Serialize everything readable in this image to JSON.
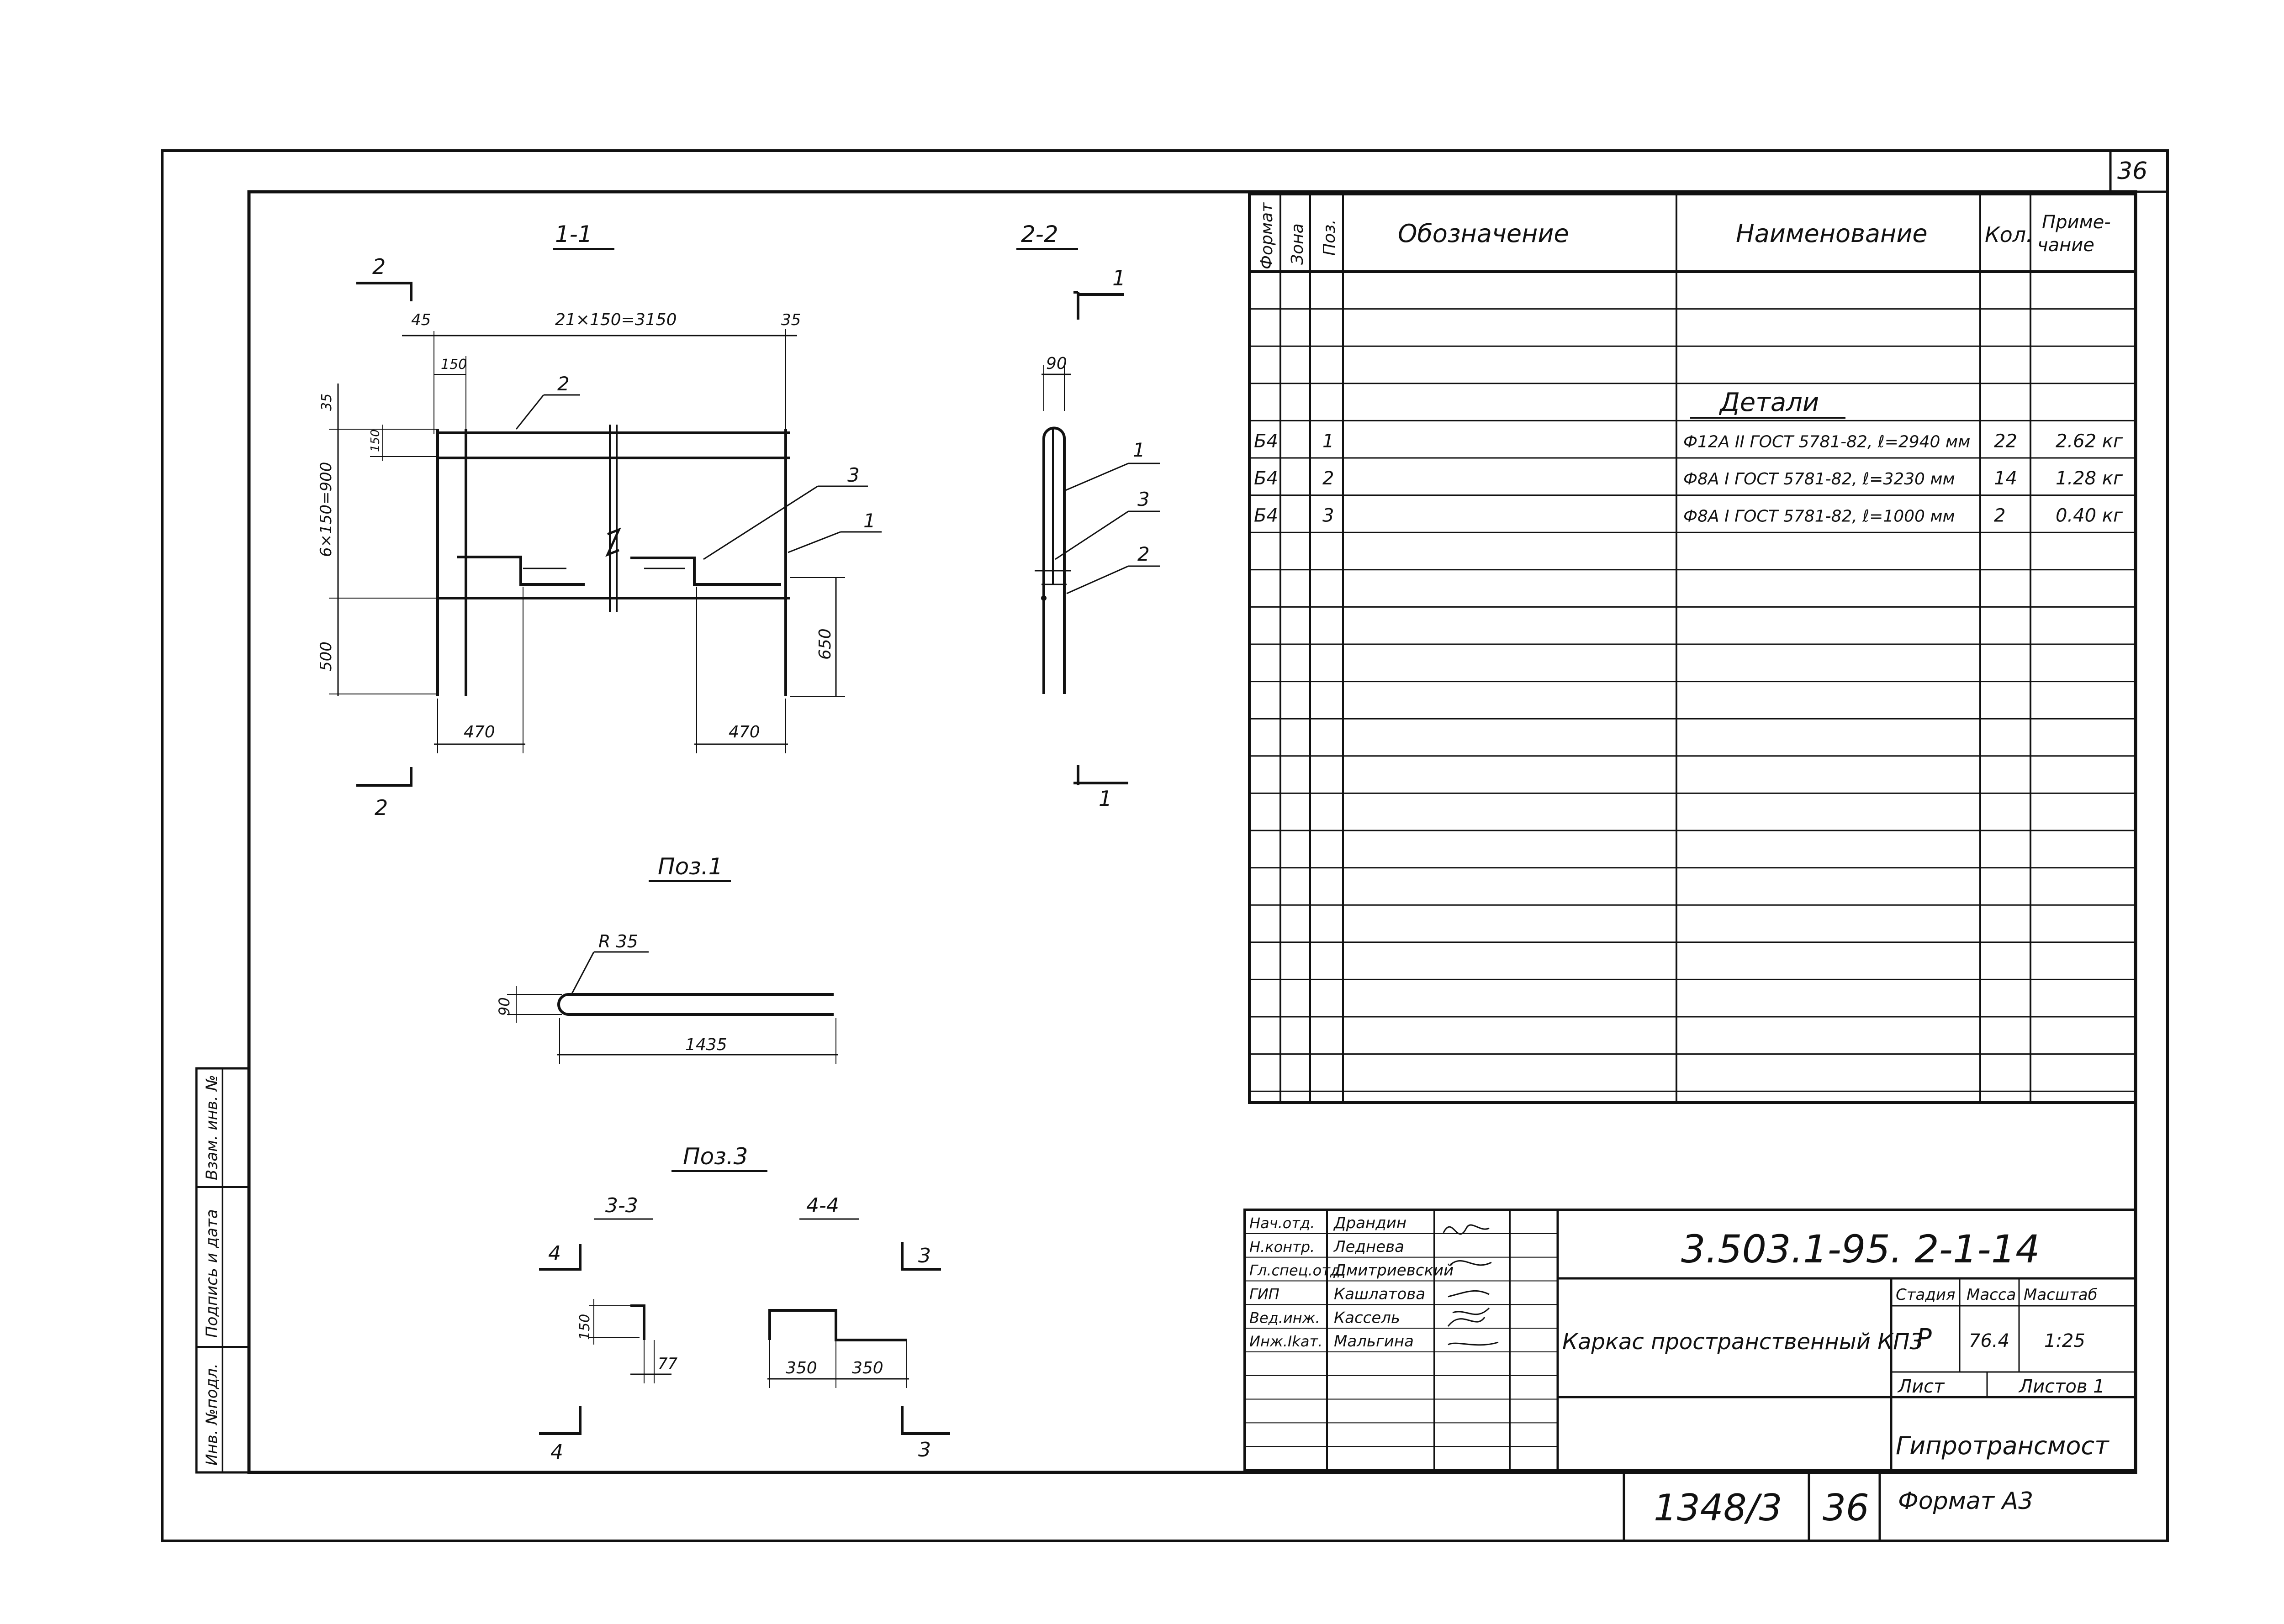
{
  "sheet": {
    "page_number": "36",
    "footer": {
      "archive_number": "1348/3",
      "page_number": "36",
      "format": "Формат А3"
    }
  },
  "views": {
    "section_1_1": {
      "title": "1-1",
      "cut_label_top": "2",
      "cut_label_bottom": "2",
      "dims": {
        "left_offset": "45",
        "overall_width": "21×150=3150",
        "right_offset": "35",
        "pitch": "150",
        "top_offset": "35",
        "small_pitch": "150",
        "height": "6×150=900",
        "bottom_height": "500",
        "right_height": "650",
        "left_width": "470",
        "right_width": "470"
      },
      "callouts": [
        "2",
        "3",
        "1"
      ]
    },
    "section_2_2": {
      "title": "2-2",
      "cut_label_top": "1",
      "cut_label_bottom": "1",
      "dim_width": "90",
      "callouts": [
        "1",
        "3",
        "2"
      ]
    },
    "pos1": {
      "title": "Поз.1",
      "radius": "R 35",
      "height": "90",
      "length": "1435"
    },
    "pos3": {
      "title": "Поз.3",
      "sec_3_3": "3-3",
      "sec_4_4": "4-4",
      "cut_4_top": "4",
      "cut_4_bottom": "4",
      "cut_3_top": "3",
      "cut_3_bottom": "3",
      "dim_150": "150",
      "dim_77": "77",
      "dim_350_left": "350",
      "dim_350_right": "350"
    }
  },
  "spec_table": {
    "headers": {
      "format": "Формат",
      "zone": "Зона",
      "pos": "Поз.",
      "designation": "Обозначение",
      "name": "Наименование",
      "qty": "Кол.",
      "note": "Приме-\nчание"
    },
    "section_title": "Детали",
    "rows": [
      {
        "format": "Б4",
        "pos": "1",
        "name": "Ф12А II ГОСТ 5781-82, ℓ=2940 мм",
        "qty": "22",
        "note": "2.62 кг"
      },
      {
        "format": "Б4",
        "pos": "2",
        "name": "Ф8А I ГОСТ 5781-82, ℓ=3230 мм",
        "qty": "14",
        "note": "1.28 кг"
      },
      {
        "format": "Б4",
        "pos": "3",
        "name": "Ф8А I ГОСТ 5781-82, ℓ=1000 мм",
        "qty": "2",
        "note": "0.40 кг"
      }
    ]
  },
  "title_block": {
    "document_code": "3.503.1-95. 2-1-14",
    "object_name": "Каркас пространственный КП3",
    "stage_label": "Стадия",
    "mass_label": "Масса",
    "scale_label": "Масштаб",
    "stage": "Р",
    "mass": "76.4",
    "scale": "1:25",
    "sheet_label": "Лист",
    "sheets_label": "Листов 1",
    "organization": "Гипротрансмост",
    "roles": [
      {
        "role": "Нач.отд.",
        "name": "Драндин"
      },
      {
        "role": "Н.контр.",
        "name": "Леднева"
      },
      {
        "role": "Гл.спец.отд",
        "name": "Дмитриевский"
      },
      {
        "role": "ГИП",
        "name": "Кашлатова"
      },
      {
        "role": "Вед.инж.",
        "name": "Кассель"
      },
      {
        "role": "Инж.Ikат.",
        "name": "Мальгина"
      }
    ]
  },
  "side_stamp": {
    "inv_no": "Инв. №подл.",
    "sign_date": "Подпись и дата",
    "replace_inv": "Взам. инв. №"
  }
}
